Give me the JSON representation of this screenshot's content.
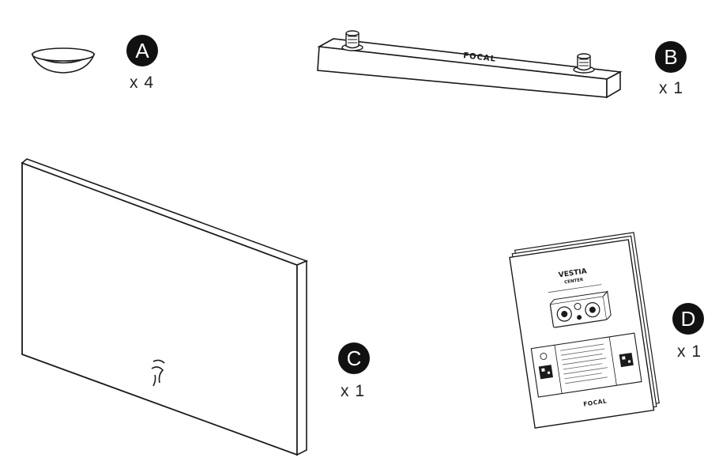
{
  "parts": [
    {
      "id": "A",
      "letter": "A",
      "quantity": "x 4",
      "item": "bowl-feet"
    },
    {
      "id": "B",
      "letter": "B",
      "quantity": "x 1",
      "item": "base-bar"
    },
    {
      "id": "C",
      "letter": "C",
      "quantity": "x 1",
      "item": "front-panel"
    },
    {
      "id": "D",
      "letter": "D",
      "quantity": "x 1",
      "item": "manual"
    }
  ],
  "base_bar": {
    "brand": "FOCAL"
  },
  "manual": {
    "title": "VESTIA",
    "subtitle": "CENTER",
    "brand": "FOCAL"
  },
  "colors": {
    "ink": "#111111",
    "line": "#1a1a1a",
    "paper": "#ffffff"
  }
}
